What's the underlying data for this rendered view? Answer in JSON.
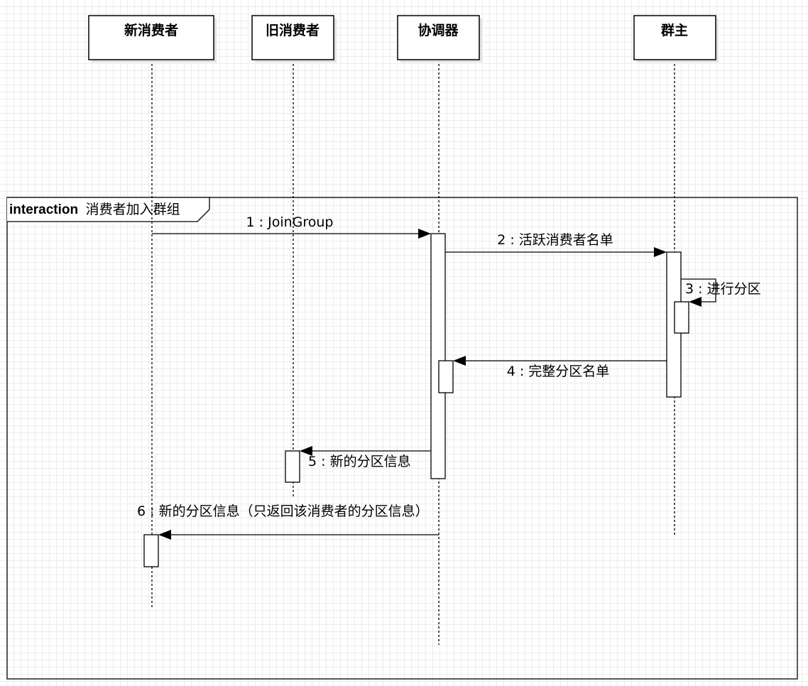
{
  "participants": [
    {
      "id": "new_consumer",
      "label": "新消费者"
    },
    {
      "id": "old_consumer",
      "label": "旧消费者"
    },
    {
      "id": "coordinator",
      "label": "协调器"
    },
    {
      "id": "group_leader",
      "label": "群主"
    }
  ],
  "frame": {
    "keyword": "interaction",
    "name": "消费者加入群组"
  },
  "messages": [
    {
      "seq": 1,
      "from": "new_consumer",
      "to": "coordinator",
      "label": "1 : JoinGroup"
    },
    {
      "seq": 2,
      "from": "coordinator",
      "to": "group_leader",
      "label": "2 : 活跃消费者名单"
    },
    {
      "seq": 3,
      "from": "group_leader",
      "to": "group_leader",
      "label": "3 : 进行分区"
    },
    {
      "seq": 4,
      "from": "group_leader",
      "to": "coordinator",
      "label": "4 : 完整分区名单"
    },
    {
      "seq": 5,
      "from": "coordinator",
      "to": "old_consumer",
      "label": "5 : 新的分区信息"
    },
    {
      "seq": 6,
      "from": "coordinator",
      "to": "new_consumer",
      "label": "6 : 新的分区信息（只返回该消费者的分区信息）"
    }
  ]
}
